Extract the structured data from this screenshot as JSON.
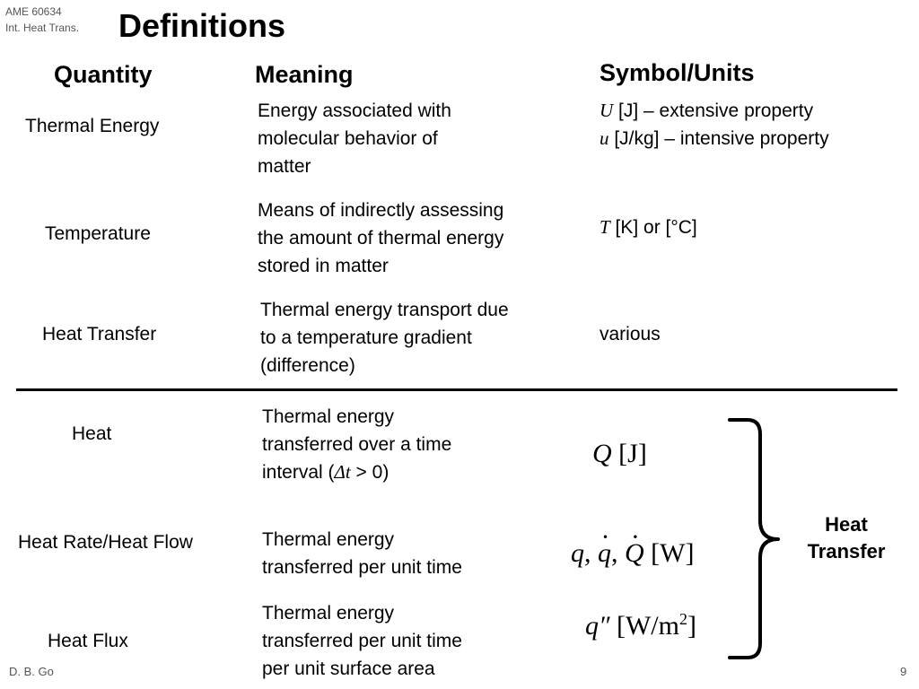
{
  "header": {
    "course_code": "AME 60634",
    "course_name": "Int. Heat Trans.",
    "title": "Definitions"
  },
  "columns": {
    "quantity": "Quantity",
    "meaning": "Meaning",
    "symbol": "Symbol/Units"
  },
  "rows": [
    {
      "quantity": "Thermal Energy",
      "meaning": [
        "Energy associated with",
        "molecular behavior of",
        "matter"
      ],
      "symbol_lines": [
        {
          "sym": "U",
          "text": " [J] – extensive property"
        },
        {
          "sym": "u",
          "text": " [J/kg] – intensive property"
        }
      ]
    },
    {
      "quantity": "Temperature",
      "meaning": [
        "Means of indirectly assessing",
        "the amount of thermal energy",
        "stored in matter"
      ],
      "symbol_lines": [
        {
          "sym": "T",
          "text": " [K] or [°C]"
        }
      ]
    },
    {
      "quantity": "Heat Transfer",
      "meaning": [
        "Thermal energy transport due",
        "to a temperature gradient",
        "(difference)"
      ],
      "symbol_text": "various"
    },
    {
      "quantity": "Heat",
      "meaning": [
        "Thermal energy",
        "transferred over a time"
      ],
      "meaning_last": {
        "pre": "interval (",
        "sym": "Δt",
        "post": " > 0)"
      },
      "math": {
        "var": "Q",
        "unit": "[J]"
      }
    },
    {
      "quantity": "Heat Rate/Heat Flow",
      "meaning": [
        "Thermal energy",
        "transferred per unit time"
      ],
      "math": {
        "var1": "q",
        "var2": "q",
        "var3": "Q",
        "sep": ",",
        "unit": "[W]"
      }
    },
    {
      "quantity": "Heat Flux",
      "meaning": [
        "Thermal energy",
        "transferred per unit time",
        "per unit surface area"
      ],
      "math": {
        "var": "q″",
        "unit_pre": "[W/m",
        "unit_exp": "2",
        "unit_post": "]"
      }
    }
  ],
  "brace_label": [
    "Heat",
    "Transfer"
  ],
  "footer": {
    "author": "D. B. Go",
    "page": "9"
  }
}
